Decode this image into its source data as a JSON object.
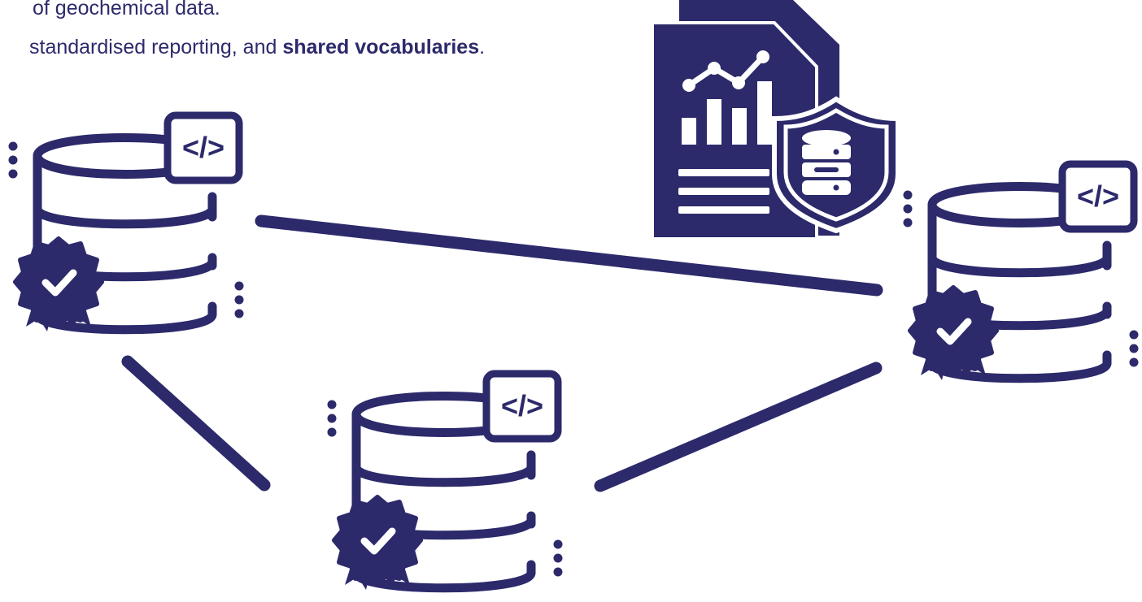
{
  "text": {
    "line1": "of geochemical data.",
    "line2_before": "standardised reporting, and ",
    "line2_bold": "shared vocabularies",
    "line2_after": "."
  },
  "code_tag_glyph": "</>",
  "colors": {
    "primary": "#2c2a6b",
    "background": "#ffffff"
  },
  "icons": [
    "database-icon",
    "code-badge-icon",
    "certified-ribbon-icon",
    "report-document-icon",
    "shield-database-icon"
  ]
}
